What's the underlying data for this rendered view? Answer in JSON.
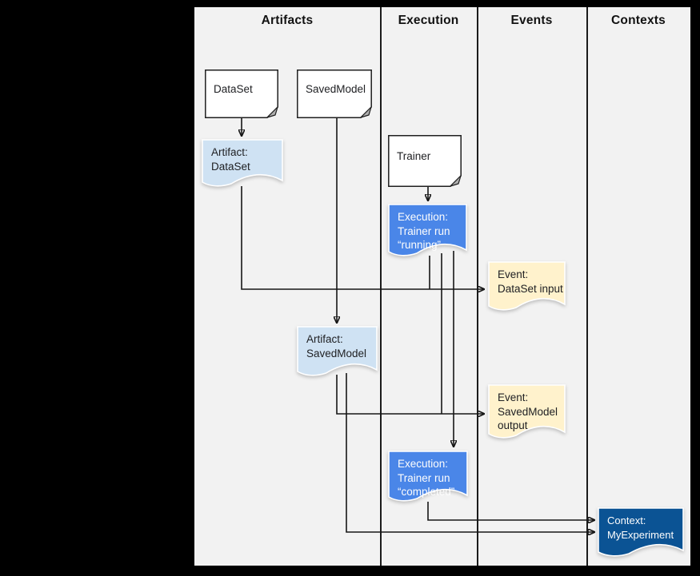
{
  "columns": [
    {
      "id": "artifacts",
      "label": "Artifacts"
    },
    {
      "id": "execution",
      "label": "Execution"
    },
    {
      "id": "events",
      "label": "Events"
    },
    {
      "id": "contexts",
      "label": "Contexts"
    }
  ],
  "nodes": {
    "dataset": {
      "label": "DataSet",
      "color": "#ffffff"
    },
    "savedmodel": {
      "label": "SavedModel",
      "color": "#ffffff"
    },
    "trainer": {
      "label": "Trainer",
      "color": "#ffffff"
    },
    "artifact_dataset": {
      "lines": [
        "Artifact:",
        "DataSet"
      ],
      "color": "#cfe2f3"
    },
    "execution_running": {
      "lines": [
        "Execution:",
        "Trainer run",
        "“running”"
      ],
      "color": "#4a86e8"
    },
    "event_dataset_input": {
      "lines": [
        "Event:",
        "DataSet input"
      ],
      "color": "#fff2cc"
    },
    "artifact_savedmodel": {
      "lines": [
        "Artifact:",
        "SavedModel"
      ],
      "color": "#cfe2f3"
    },
    "event_savedmodel_output": {
      "lines": [
        "Event:",
        "SavedModel",
        "output"
      ],
      "color": "#fff2cc"
    },
    "execution_completed": {
      "lines": [
        "Execution:",
        "Trainer run",
        "“completed”"
      ],
      "color": "#4a86e8"
    },
    "context_myexperiment": {
      "lines": [
        "Context:",
        "MyExperiment"
      ],
      "color": "#0b5394"
    }
  },
  "palette": {
    "background": "#000000",
    "panel": "#f2f2f2",
    "artifact_blue": "#cfe2f3",
    "execution_blue": "#4a86e8",
    "event_yellow": "#fff2cc",
    "context_navy": "#0b5394",
    "line": "#161616"
  }
}
